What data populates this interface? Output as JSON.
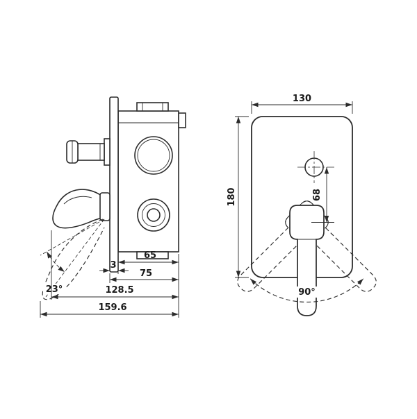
{
  "colors": {
    "line": "#2b2b2b",
    "background": "#ffffff",
    "text": "#1a1a1a"
  },
  "views": {
    "side": {
      "labels": {
        "plate_thickness": "3",
        "body_depth": "65",
        "depth_to_plate": "75",
        "depth_to_handle": "128.5",
        "total_depth": "159.6",
        "handle_tilt_angle": "23°"
      }
    },
    "front": {
      "labels": {
        "plate_width": "130",
        "plate_height": "180",
        "button_to_handle": "68",
        "handle_swing_angle": "90°"
      }
    }
  }
}
